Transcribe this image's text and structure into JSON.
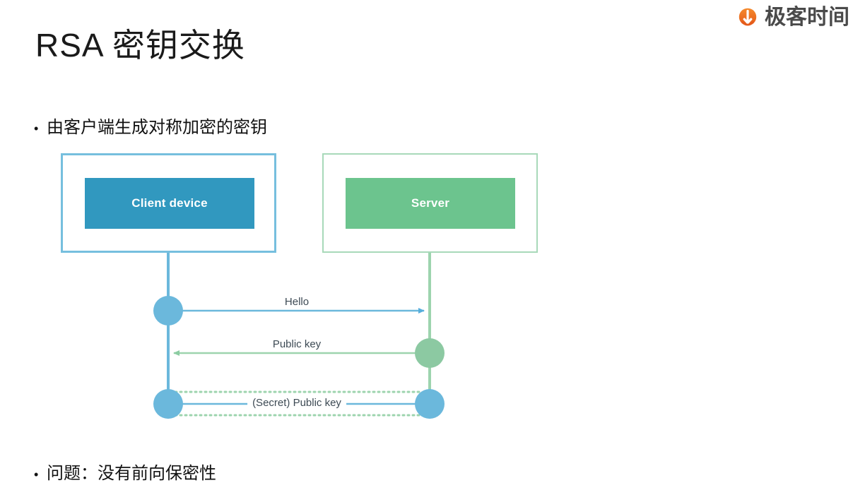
{
  "brand": {
    "name": "极客时间",
    "icon": "geekbang-logo-icon",
    "color": "#ED6B21"
  },
  "slide": {
    "title": "RSA 密钥交换",
    "bullets": [
      {
        "marker": "•",
        "text": "由客户端生成对称加密的密钥"
      },
      {
        "marker": "•",
        "text": "问题：没有前向保密性"
      }
    ]
  },
  "diagram": {
    "type": "sequence-diagram",
    "participants": [
      {
        "id": "client",
        "label": "Client device",
        "fill": "#3198BF",
        "border": "#76BFDE",
        "lifeline_color": "#6BB8DC"
      },
      {
        "id": "server",
        "label": "Server",
        "fill": "#6CC48E",
        "border": "#A8D9B9",
        "lifeline_color": "#9DD4AE"
      }
    ],
    "messages": [
      {
        "label": "Hello",
        "from": "client",
        "to": "server",
        "direction": "right",
        "style": "solid",
        "color": "#6BB8DC"
      },
      {
        "label": "Public key",
        "from": "server",
        "to": "client",
        "direction": "left",
        "style": "solid",
        "color": "#9DD4AE"
      },
      {
        "label": "(Secret) Public key",
        "from": "client",
        "to": "server",
        "direction": "none",
        "style": "solid-with-dotted-envelope",
        "color": "#6BB8DC",
        "envelope_color": "#9DD4AE"
      }
    ],
    "label_color": "#3D4A54"
  }
}
